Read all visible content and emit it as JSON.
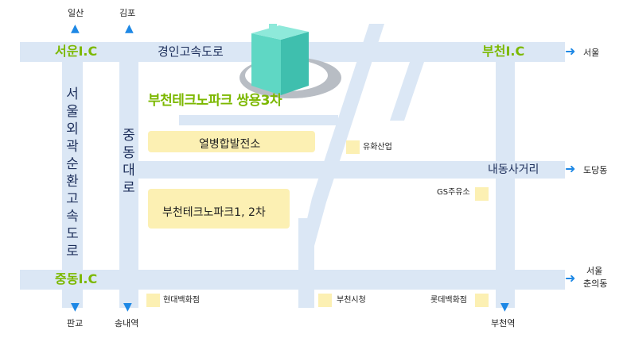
{
  "title": "부천테크노파크 쌍용3차",
  "roads": {
    "gyeongin": "경인고속도로",
    "outer_ring": "서울외곽순환고속도로",
    "jungdong": "중동대로",
    "naedong": "내동사거리"
  },
  "interchanges": {
    "seoun": "서운I.C",
    "bucheon": "부천I.C",
    "jungdong": "중동I.C"
  },
  "directions": {
    "ilsan": "일산",
    "gimpo": "김포",
    "seoul_top": "서울",
    "dodangdong": "도당동",
    "seoul_bottom_1": "서울",
    "seoul_bottom_2": "춘의동",
    "pangyo": "판교",
    "songnae": "송내역",
    "bucheon_station": "부천역"
  },
  "places": {
    "power_plant": "열병합발전소",
    "yuhwa": "유화산업",
    "technopark12": "부천테크노파크1, 2차",
    "gs": "GS주유소",
    "hyundai": "현대백화점",
    "cityhall": "부천시청",
    "lotte": "롯데백화점"
  },
  "colors": {
    "road": "#dbe7f5",
    "accent_green": "#7cb800",
    "arrow_blue": "#1e88e5",
    "place_fill": "#fcf0b3",
    "building": "#58d3c2"
  },
  "icons": {
    "arrow_up": "▲",
    "arrow_down": "▼",
    "arrow_right": "➜"
  }
}
